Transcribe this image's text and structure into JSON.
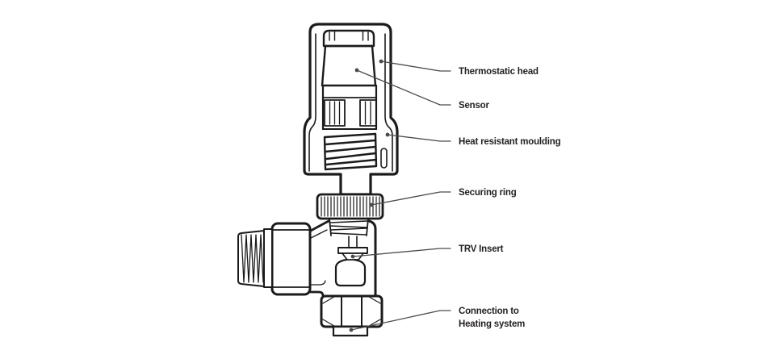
{
  "diagram": {
    "subject": "thermostatic-radiator-valve",
    "labels": [
      {
        "id": "thermostatic-head",
        "text": "Thermostatic head"
      },
      {
        "id": "sensor",
        "text": "Sensor"
      },
      {
        "id": "heat-resistant-moulding",
        "text": "Heat resistant moulding"
      },
      {
        "id": "securing-ring",
        "text": "Securing ring"
      },
      {
        "id": "trv-insert",
        "text": "TRV Insert"
      },
      {
        "id": "connection-to-heating-system",
        "text": "Connection to\nHeating system"
      }
    ],
    "colors": {
      "background": "#ffffff",
      "drawing_line": "#1b1b1b",
      "leader_line": "#4a4a4a",
      "label_text": "#231f20"
    }
  }
}
